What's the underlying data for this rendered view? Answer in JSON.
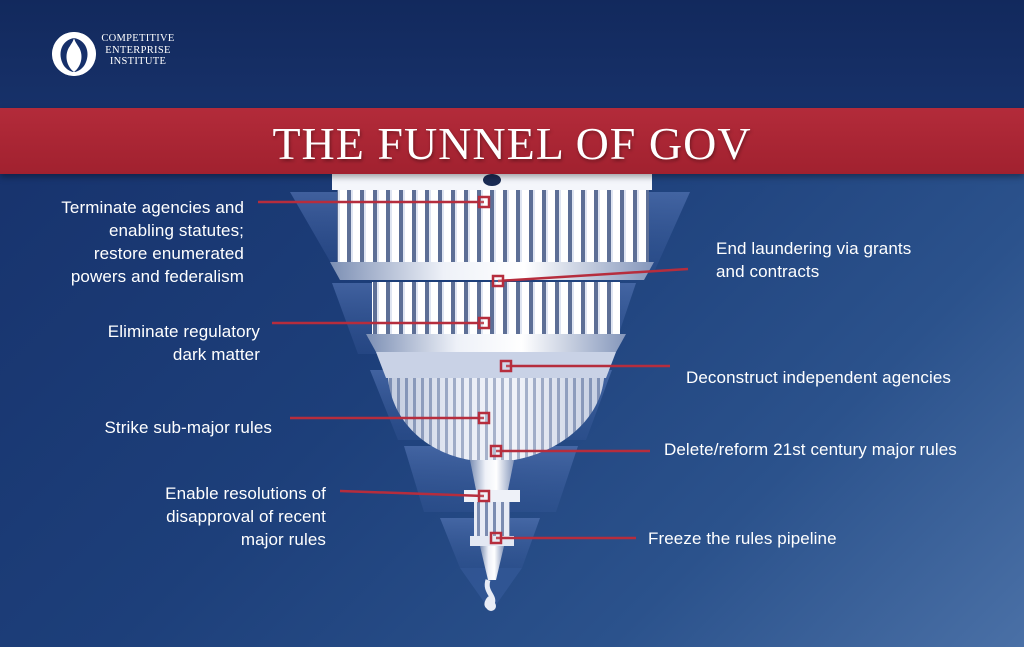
{
  "org": {
    "logo_lines": [
      "COMPETITIVE",
      "ENTERPRISE",
      "INSTITUTE"
    ],
    "logo_icon": "cei-figure-logo"
  },
  "title": "THE FUNNEL OF GOV",
  "colors": {
    "background": "#1d3f7a",
    "title_band": "#a1212f",
    "connector": "#b62d3d",
    "text": "#ffffff"
  },
  "labels_left": [
    {
      "lines": [
        "Terminate agencies and",
        "enabling statutes;",
        "restore enumerated",
        "powers and federalism"
      ]
    },
    {
      "lines": [
        "Eliminate regulatory",
        "dark matter"
      ]
    },
    {
      "lines": [
        "Strike sub-major rules"
      ]
    },
    {
      "lines": [
        "Enable resolutions of",
        "disapproval of recent",
        "major rules"
      ]
    }
  ],
  "labels_right": [
    {
      "lines": [
        "End laundering via grants",
        "and contracts"
      ]
    },
    {
      "lines": [
        "Deconstruct independent agencies"
      ]
    },
    {
      "lines": [
        "Delete/reform 21st century major rules"
      ]
    },
    {
      "lines": [
        "Freeze the rules pipeline"
      ]
    }
  ]
}
